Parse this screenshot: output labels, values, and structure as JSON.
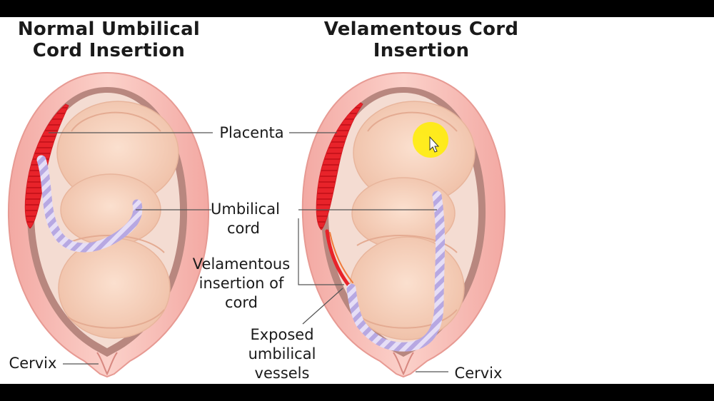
{
  "titles": {
    "normal": "Normal Umbilical Cord Insertion",
    "velamentous": "Velamentous Cord Insertion"
  },
  "labels": {
    "placenta": "Placenta",
    "umbilical_cord": "Umbilical cord",
    "velamentous_insertion": "Velamentous insertion of cord",
    "exposed_vessels": "Exposed umbilical vessels",
    "cervix_left": "Cervix",
    "cervix_right": "Cervix"
  },
  "colors": {
    "uterus_wall": "#f6b9b3",
    "uterus_inner": "#c98c86",
    "sac": "#f3d7cc",
    "fetus": "#f7d2bb",
    "placenta": "#e8232a",
    "cord": "#d9cdf0",
    "cursor_highlight": "#ffee00"
  },
  "icons": {
    "cursor": "mouse-pointer-icon"
  }
}
